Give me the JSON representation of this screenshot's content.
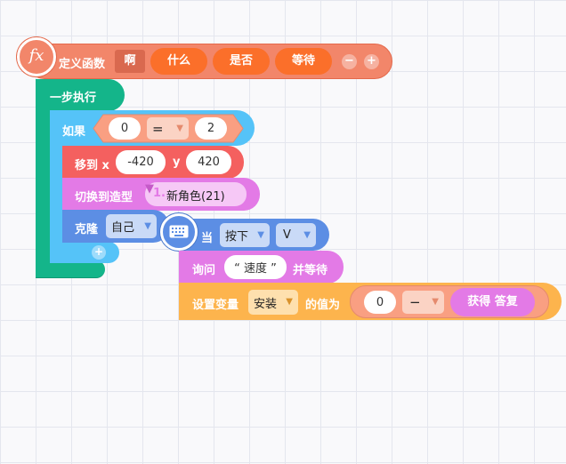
{
  "function_def": {
    "label": "定义函数",
    "fx_icon_text": "fx",
    "name": "啊",
    "params": [
      "什么",
      "是否",
      "等待"
    ],
    "minus": "−",
    "plus": "+"
  },
  "step_block": {
    "label": "一步执行",
    "add": "+"
  },
  "if_block": {
    "label": "如果",
    "left": "0",
    "op": "=",
    "right": "2"
  },
  "move_block": {
    "label": "移到 x",
    "x": "-420",
    "y_label": "y",
    "y": "420"
  },
  "costume_block": {
    "label": "切换到造型",
    "index": "1.",
    "value": "新角色(21)"
  },
  "clone_block": {
    "label": "克隆",
    "value": "自己"
  },
  "key_block": {
    "label": "当",
    "event": "按下",
    "key": "V"
  },
  "ask_block": {
    "label": "询问",
    "question": "“ 速度 ”",
    "suffix": "并等待"
  },
  "set_block": {
    "label": "设置变量",
    "variable": "安装",
    "value_label": "的值为",
    "left": "0",
    "op": "−",
    "answer": "获得 答复"
  },
  "colors": {
    "function": "#f2866a",
    "function_param": "#fb6f2a",
    "step": "#14b58a",
    "control": "#55c3f8",
    "motion": "#f4605f",
    "looks": "#e37ae6",
    "clone": "#5c8ee4",
    "event": "#5c8ee4",
    "sensing": "#e37ae6",
    "variable": "#fdb44d",
    "operator": "#f99f82"
  }
}
